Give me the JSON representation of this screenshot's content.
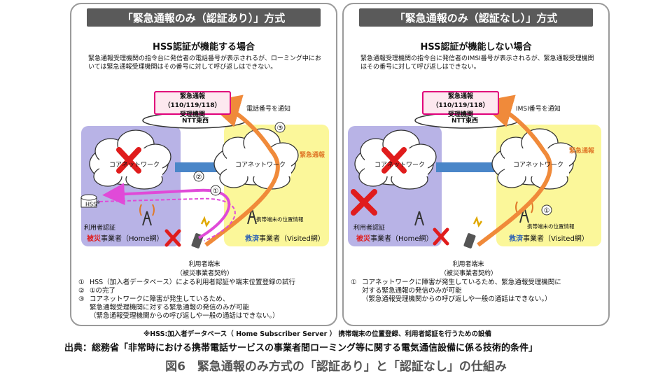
{
  "left": {
    "title": "「緊急通報のみ（認証あり）」方式",
    "heading": "HSS認証が機能する場合",
    "desc": "緊急通報受理機関の指令台に発信者の電話番号が表示されるが、ローミング中においては緊急通報受理機関はその番号に対して呼び返しはできない。",
    "psap_line1": "緊急通報（110/119/118）",
    "psap_line2": "受理機関",
    "ntt": "NTT東西",
    "notify": "電話番号を通知",
    "core_home": "コアネットワーク",
    "core_visited": "コアネットワーク",
    "hss": "HSS",
    "hss_mark": "※",
    "emergency_label": "緊急通報",
    "loc_label": "携帯端末の位置情報",
    "auth_label": "利用者認証",
    "home_strong": "被災",
    "home_rest": "事業者（Home網）",
    "visited_strong": "救済",
    "visited_rest": "事業者（Visited網）",
    "terminal1": "利用者端末",
    "terminal2": "（被災事業者契約）",
    "markers": [
      "③",
      "②",
      "①"
    ],
    "notes": [
      {
        "num": "①",
        "text": "HSS（加入者データベース）による利用者認証や端末位置登録の試行"
      },
      {
        "num": "②",
        "text": "①の完了"
      },
      {
        "num": "③",
        "text": "コアネットワークに障害が発生しているため、"
      },
      {
        "num": "",
        "text": "緊急通報受理機関に対する緊急通報の発信のみが可能"
      },
      {
        "num": "",
        "text": "（緊急通報受理機関からの呼び返しや一般の通話はできない。）"
      }
    ]
  },
  "right": {
    "title": "「緊急通報のみ（認証なし）」方式",
    "heading": "HSS認証が機能しない場合",
    "desc": "緊急通報受理機関の指令台に発信者のIMSI番号が表示されるが、緊急通報受理機関はその番号に対して呼び返しはできない。",
    "psap_line1": "緊急通報（110/119/118）",
    "psap_line2": "受理機関",
    "ntt": "NTT東西",
    "notify": "IMSI番号を通知",
    "core_home": "コアネットワーク",
    "core_visited": "コアネットワーク",
    "emergency_label": "緊急通報",
    "loc_label": "携帯端末の位置情報",
    "auth_label": "利用者認証",
    "home_strong": "被災",
    "home_rest": "事業者（Home網）",
    "visited_strong": "救済",
    "visited_rest": "事業者（Visited網）",
    "terminal1": "利用者端末",
    "terminal2": "（被災事業者契約）",
    "markers": [
      "①"
    ],
    "notes": [
      {
        "num": "①",
        "text": "コアネットワークに障害が発生しているため、緊急通報受理機関に"
      },
      {
        "num": "",
        "text": "対する緊急通報の発信のみが可能"
      },
      {
        "num": "",
        "text": "（緊急通報受理機関からの呼び返しや一般の通話はできない。）"
      }
    ]
  },
  "footnote": "※HSS:加入者データベース（ Home Subscriber Server ） 携帯端末の位置登録、利用者認証を行うための設備",
  "source": "出典：総務省「非常時における携帯電話サービスの事業者間ローミング等に関する電気通信設備に係る技術的条件」",
  "caption": "図6　緊急通報のみ方式の「認証あり」と「認証なし」の仕組み",
  "colors": {
    "home_net": "#b8b3e6",
    "visited_net": "#fbf79a",
    "psap_border": "#e0007a",
    "arrow_orange": "#f08a3a",
    "arrow_magenta": "#e04ad8",
    "cross_red": "#e01c1c",
    "link_blue": "#4a86c8",
    "title_bg": "#5a5a5a"
  }
}
